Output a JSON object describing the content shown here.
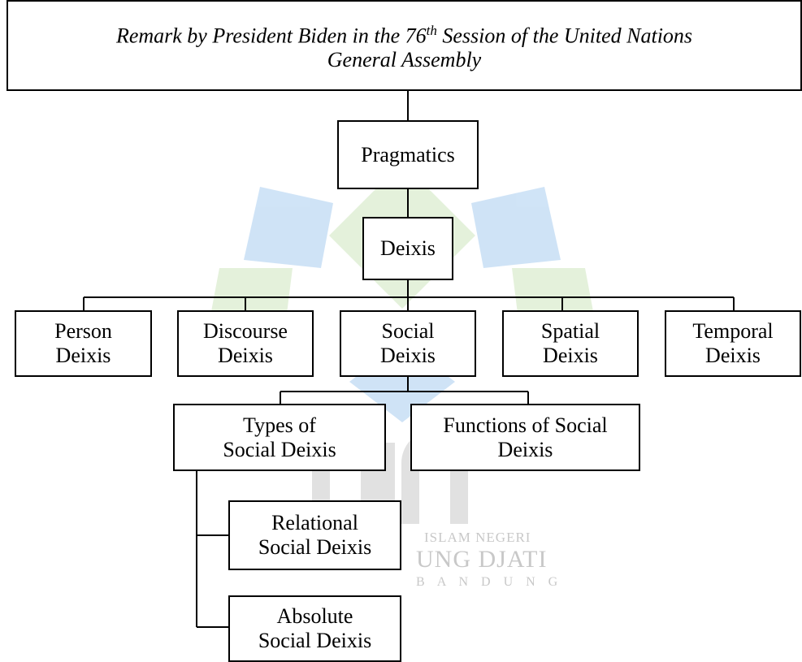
{
  "title": {
    "text_before": "Remark by President Biden in the 76",
    "superscript": "th",
    "text_after_line1": " Session of the United Nations",
    "line2": "General Assembly"
  },
  "nodes": {
    "pragmatics": "Pragmatics",
    "deixis": "Deixis",
    "person": [
      "Person",
      "Deixis"
    ],
    "discourse": [
      "Discourse",
      "Deixis"
    ],
    "social": [
      "Social",
      "Deixis"
    ],
    "spatial": [
      "Spatial",
      "Deixis"
    ],
    "temporal": [
      "Temporal",
      "Deixis"
    ],
    "types": [
      "Types of",
      "Social Deixis"
    ],
    "functions": [
      "Functions of Social",
      "Deixis"
    ],
    "relational": [
      "Relational",
      "Social Deixis"
    ],
    "absolute": [
      "Absolute",
      "Social Deixis"
    ]
  },
  "watermark": {
    "line1": "ISLAM NEGERI",
    "line2": "UNG DJATI",
    "line3": "B A N D U N G",
    "colors": {
      "blue": "#a9cdf0",
      "green": "#cfe6bf",
      "gray": "#c9c9c9"
    }
  }
}
